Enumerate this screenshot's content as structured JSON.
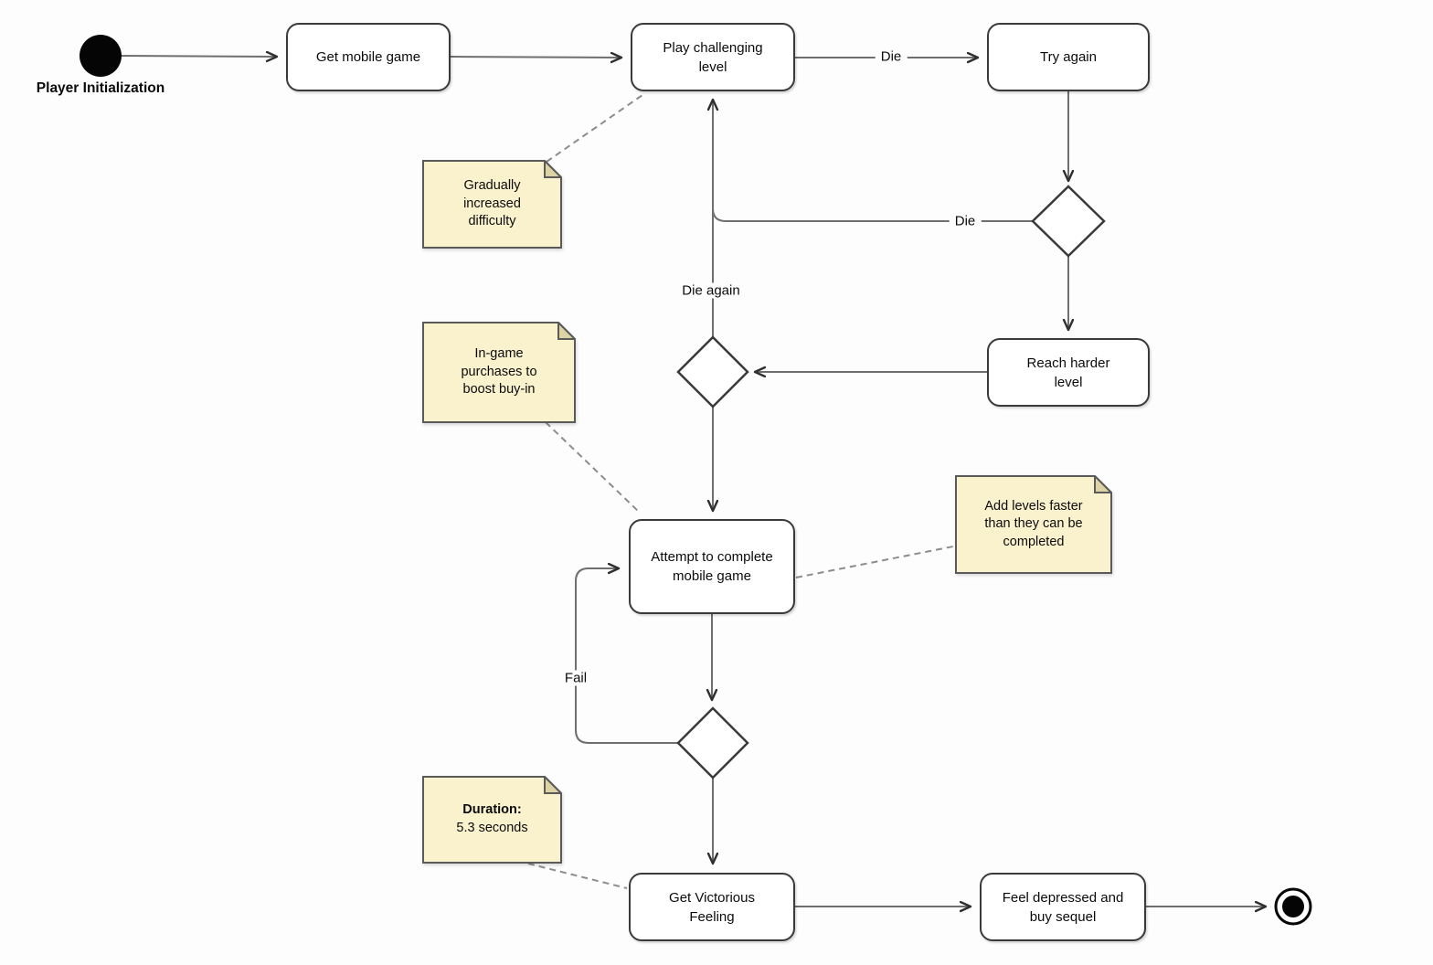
{
  "diagram": {
    "start": {
      "label": "Player Initialization"
    },
    "actions": {
      "get_mobile_game": "Get mobile game",
      "play_challenging_level": "Play challenging level",
      "try_again": "Try again",
      "reach_harder_level": "Reach harder level",
      "attempt_complete": "Attempt to complete mobile game",
      "get_victorious": "Get Victorious Feeling",
      "feel_depressed": "Feel depressed and buy sequel"
    },
    "edge_labels": {
      "die_top": "Die",
      "die_mid": "Die",
      "die_again": "Die again",
      "fail": "Fail"
    },
    "notes": {
      "gradually": "Gradually increased difficulty",
      "in_game": "In-game purchases to boost buy-in",
      "add_levels": "Add levels faster than they can be completed",
      "duration_title": "Duration:",
      "duration_value": "5.3 seconds"
    },
    "colors": {
      "note_fill": "#faf1cd",
      "note_border": "#5a5a5a",
      "box_border": "#3a3a3a",
      "edge": "#6f6f6f",
      "arrow": "#2f2f2f",
      "bg": "#fdfdfd"
    }
  }
}
